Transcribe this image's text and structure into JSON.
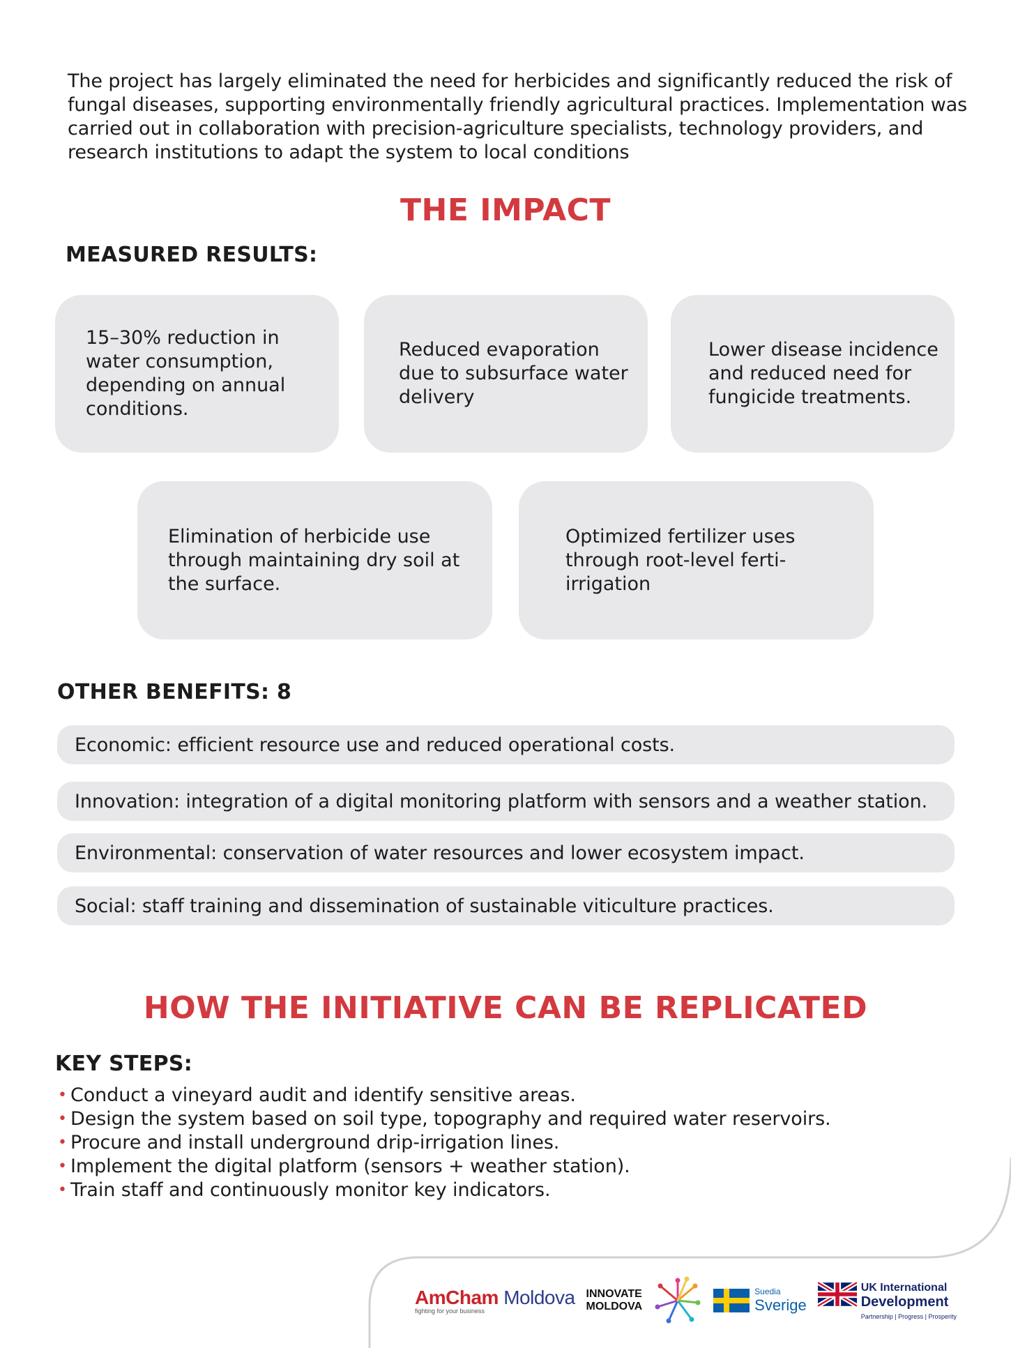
{
  "intro": "The project has largely eliminated the need for herbicides and significantly reduced the risk of fungal diseases, supporting environmentally friendly agricultural practices. Implementation was carried out in collaboration with precision-agriculture specialists, technology providers, and research institutions to adapt the system to local conditions",
  "impact": {
    "title": "THE IMPACT",
    "measured_heading": "MEASURED RESULTS:",
    "results": [
      "15–30% reduction in water consumption, depending on annual conditions.",
      "Reduced evaporation due to subsurface water delivery",
      "Lower disease incidence and reduced need for fungicide treatments.",
      "Elimination of herbicide use through maintaining dry soil at the surface.",
      "Optimized fertilizer uses through root-level ferti-irrigation"
    ],
    "other_heading": "OTHER BENEFITS: 8",
    "benefits": [
      "Economic: efficient resource use and reduced operational costs.",
      "Innovation: integration of a digital monitoring platform with sensors and a weather station.",
      "Environmental: conservation of water resources and lower ecosystem impact.",
      "Social: staff training and dissemination of sustainable viticulture practices."
    ]
  },
  "replication": {
    "title": "HOW THE INITIATIVE CAN BE REPLICATED",
    "steps_heading": "KEY STEPS:",
    "bullet": "•",
    "steps": [
      "Conduct a vineyard audit and identify sensitive areas.",
      "Design the system based on soil type, topography and required water reservoirs.",
      "Procure and install underground drip-irrigation lines.",
      "Implement the digital platform (sensors + weather station).",
      "Train staff and continuously monitor key indicators."
    ]
  },
  "footer": {
    "amcham_am": "AmCham",
    "amcham_moldova": " Moldova",
    "amcham_tagline": "fighting for your business",
    "innovate_line1": "INNOVATE",
    "innovate_line2": "MOLDOVA",
    "sweden_small": "Suedia",
    "sweden_big": "Sverige",
    "uk_line1": "UK International",
    "uk_line2": "Development",
    "uk_line3": "Partnership   |   Progress   |   Prosperity"
  },
  "colors": {
    "accent_red": "#d23a3f",
    "card_gray": "#e8e8ea",
    "text": "#1c1c1c"
  }
}
